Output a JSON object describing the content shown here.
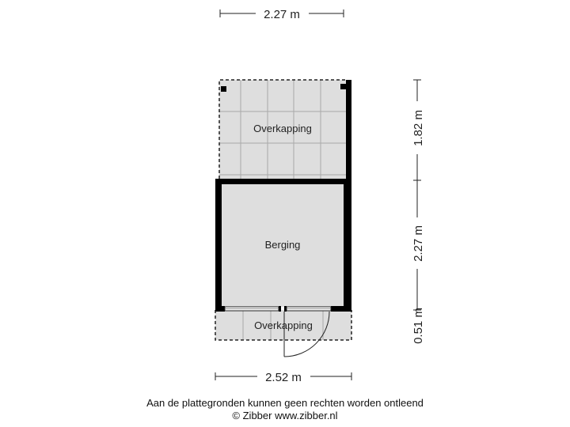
{
  "dimensions": {
    "top_width": "2.27 m",
    "bottom_width": "2.52 m",
    "right_upper": "1.82 m",
    "right_middle": "2.27 m",
    "right_lower": "0.51 m"
  },
  "rooms": {
    "upper": "Overkapping",
    "middle": "Berging",
    "lower": "Overkapping"
  },
  "footer": {
    "disclaimer": "Aan de plattegronden kunnen geen rechten worden ontleend",
    "copyright": "© Zibber www.zibber.nl"
  },
  "colors": {
    "wall": "#000000",
    "floor": "#dedede",
    "tile_line": "#a8a8a8",
    "dim_line": "#222222"
  }
}
